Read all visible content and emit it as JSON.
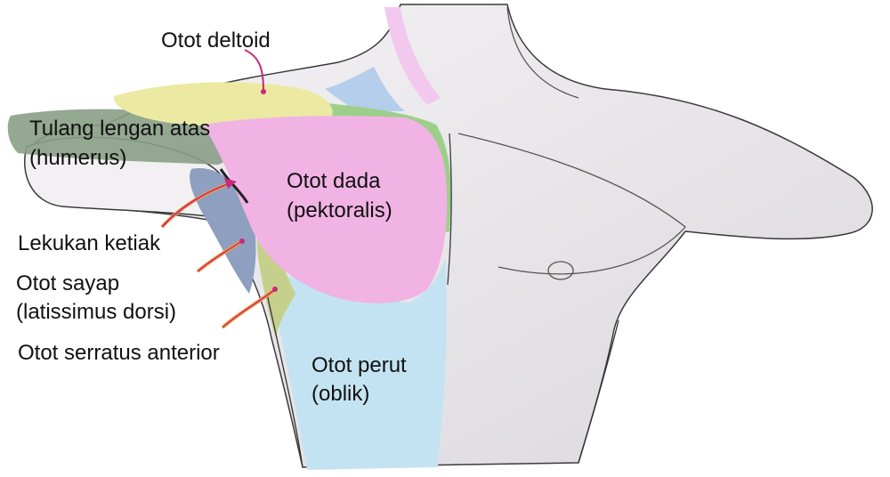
{
  "labels": {
    "deltoid": "Otot deltoid",
    "humerus_1": "Tulang lengan atas",
    "humerus_2": "(humerus)",
    "pectoralis_1": "Otot dada",
    "pectoralis_2": "(pektoralis)",
    "armpit": "Lekukan ketiak",
    "latissimus_1": "Otot sayap",
    "latissimus_2": "(latissimus dorsi)",
    "serratus": "Otot serratus anterior",
    "oblique_1": "Otot perut",
    "oblique_2": "(oblik)"
  },
  "colors": {
    "deltoid": "#ece9a2",
    "humerus": "#8a9e86",
    "pectoralis": "#f0b3e4",
    "trapezius": "#9ccf8a",
    "neck_line": "#f3c8ee",
    "latissimus": "#8f9fc0",
    "serratus": "#c6d08d",
    "oblique": "#c4e3f2",
    "leader_pink": "#c8287d",
    "leader_orange": "#f2a530"
  }
}
